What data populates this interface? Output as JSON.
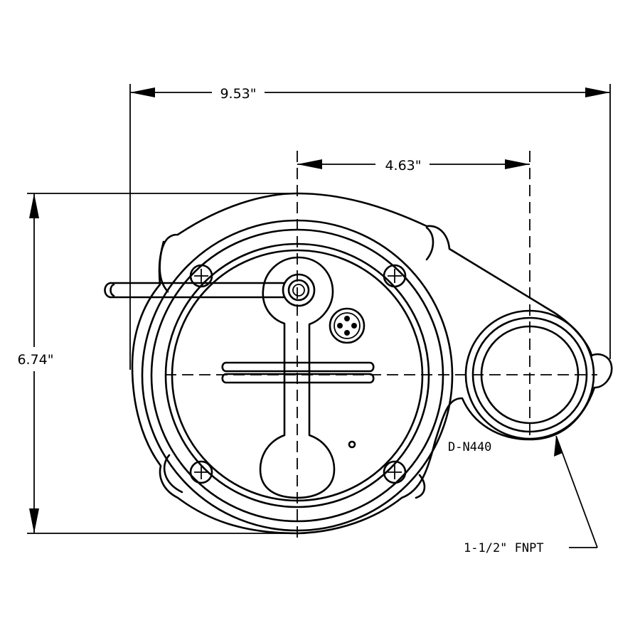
{
  "dimensions": {
    "overall_width": "9.53\"",
    "center_to_outlet": "4.63\"",
    "overall_height": "6.74\""
  },
  "labels": {
    "model": "D-N440",
    "outlet": "1-1/2\" FNPT"
  }
}
